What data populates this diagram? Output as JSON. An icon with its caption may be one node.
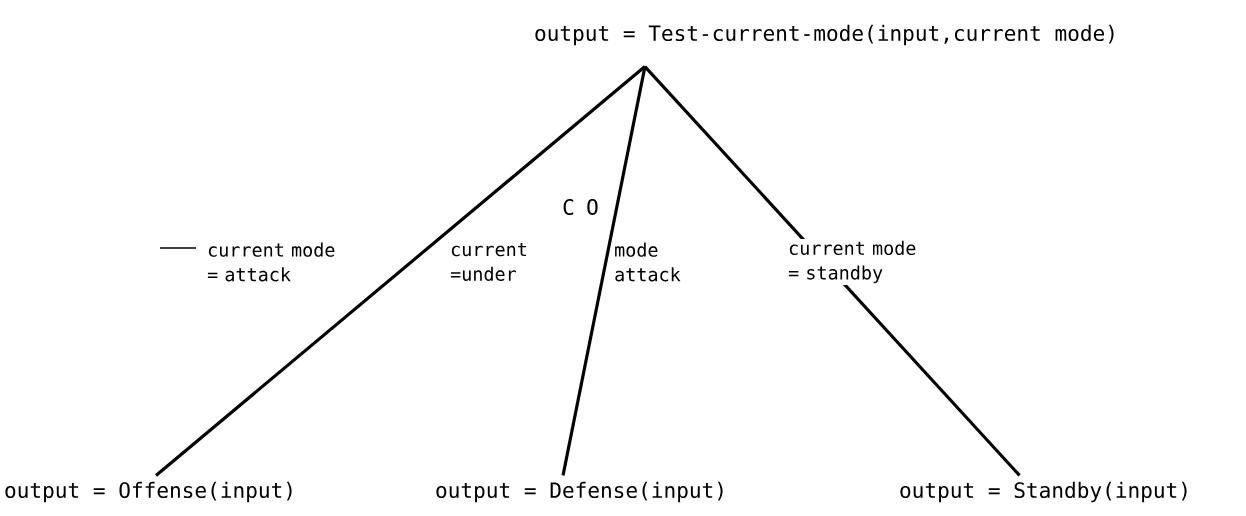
{
  "diagram": {
    "nodes": [
      {
        "text": [
          "output = Test-current-mode(input,current mode)"
        ]
      },
      {
        "text": [
          "output = Offense(input)"
        ]
      },
      {
        "text": [
          "output = Defense(input)"
        ]
      },
      {
        "text": [
          "output = Standby(input)"
        ]
      }
    ],
    "edges": [
      {
        "from": 0,
        "to": 1,
        "arrow": "none",
        "label": "current mode = attack"
      },
      {
        "from": 0,
        "to": 2,
        "arrow": "none"
      },
      {
        "from": 0,
        "to": 3,
        "arrow": "none",
        "label": "current mode = standby"
      }
    ],
    "labels": [
      "C",
      "O",
      "current =under",
      "mode attack"
    ]
  }
}
